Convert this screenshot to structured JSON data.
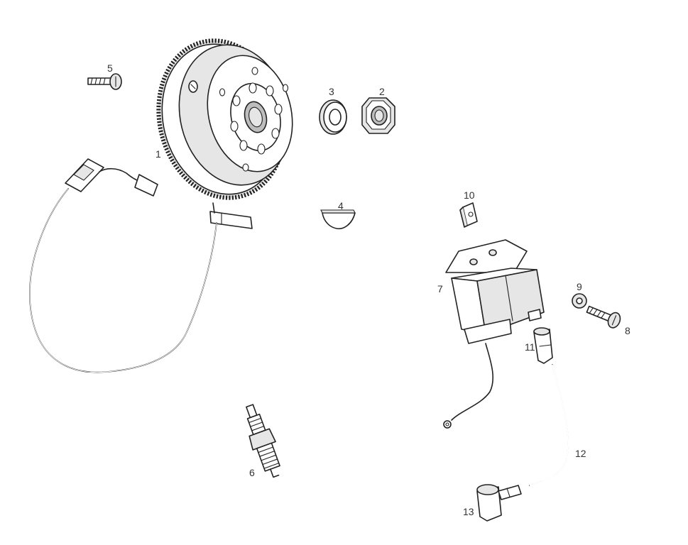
{
  "diagram": {
    "parts": [
      {
        "id": "1",
        "label": "1"
      },
      {
        "id": "2",
        "label": "2"
      },
      {
        "id": "3",
        "label": "3"
      },
      {
        "id": "4",
        "label": "4"
      },
      {
        "id": "5",
        "label": "5"
      },
      {
        "id": "6",
        "label": "6"
      },
      {
        "id": "7",
        "label": "7"
      },
      {
        "id": "8",
        "label": "8"
      },
      {
        "id": "9",
        "label": "9"
      },
      {
        "id": "10",
        "label": "10"
      },
      {
        "id": "11",
        "label": "11"
      },
      {
        "id": "12",
        "label": "12"
      },
      {
        "id": "13",
        "label": "13"
      }
    ],
    "colors": {
      "line": "#222222",
      "label": "#333333",
      "background": "#ffffff"
    }
  }
}
